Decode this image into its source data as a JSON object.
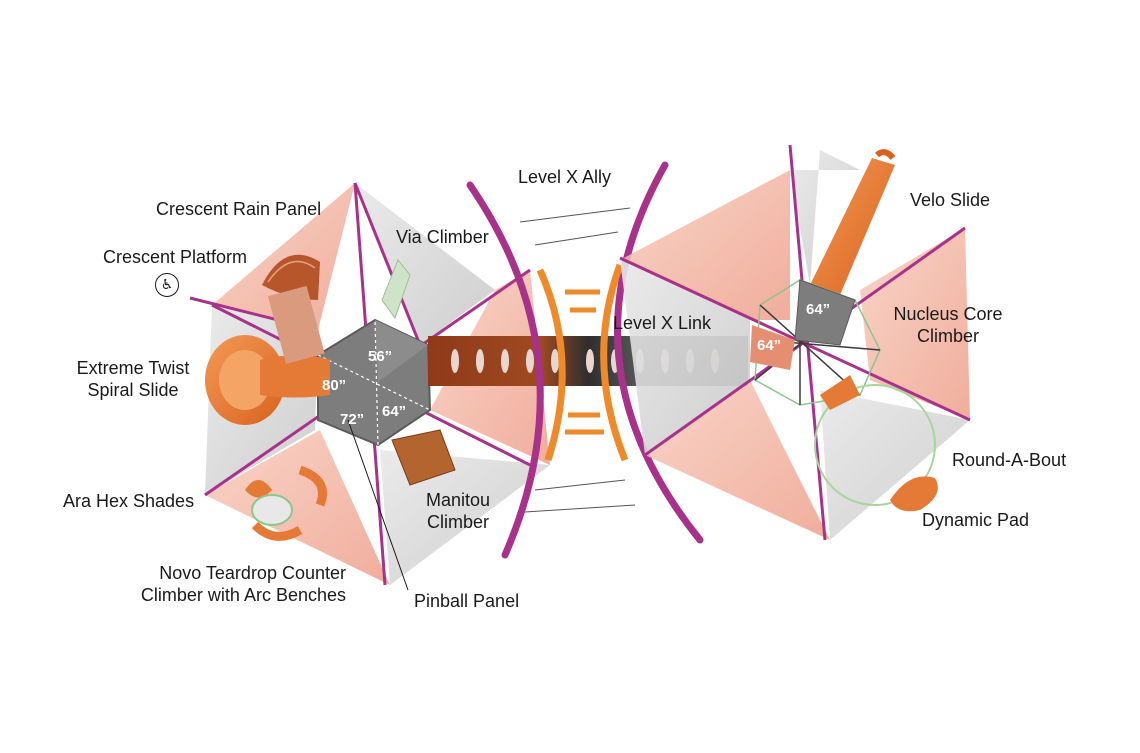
{
  "labels": {
    "crescent_rain_panel": "Crescent Rain Panel",
    "crescent_platform": "Crescent Platform",
    "via_climber": "Via Climber",
    "level_x_ally": "Level X Ally",
    "velo_slide": "Velo Slide",
    "level_x_link": "Level X Link",
    "nucleus_core_climber_1": "Nucleus Core",
    "nucleus_core_climber_2": "Climber",
    "extreme_twist_1": "Extreme Twist",
    "extreme_twist_2": "Spiral Slide",
    "ara_hex_shades": "Ara Hex Shades",
    "manitou_1": "Manitou",
    "manitou_2": "Climber",
    "round_a_bout": "Round-A-Bout",
    "dynamic_pad": "Dynamic Pad",
    "novo_1": "Novo Teardrop Counter",
    "novo_2": "Climber with Arc Benches",
    "pinball_panel": "Pinball Panel"
  },
  "dimensions": {
    "d56": "56”",
    "d80": "80”",
    "d72": "72”",
    "d64a": "64”",
    "d64b": "64”",
    "d64c": "64”"
  },
  "icons": {
    "accessibility": "accessibility-icon"
  },
  "colors": {
    "shade_salmon": "#f2b6a6",
    "shade_grey": "#d7d7d7",
    "post_magenta": "#b0348c",
    "slide_orange": "#e8772e",
    "deck_grey": "#7a7a7a",
    "link_dark": "#3a3a3a",
    "link_rust": "#a0451f"
  }
}
